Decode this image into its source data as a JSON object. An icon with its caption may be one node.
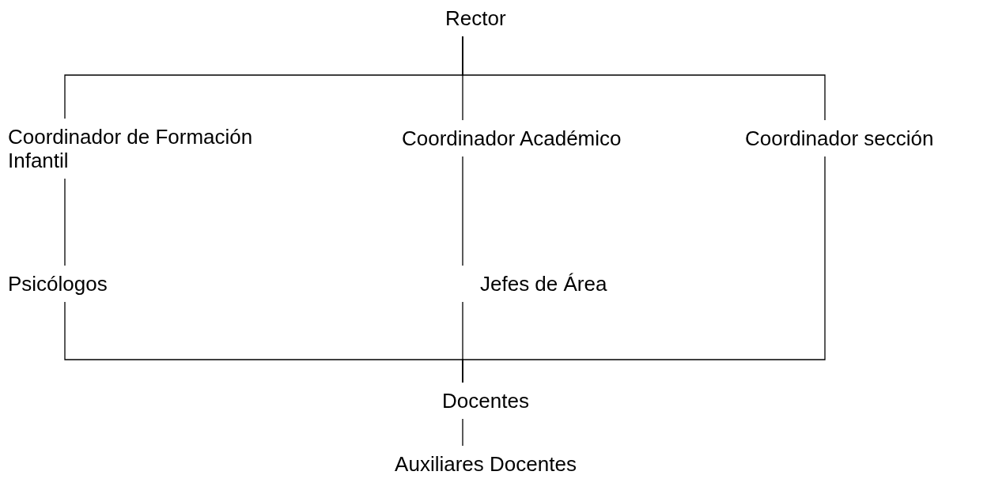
{
  "diagram": {
    "nodes": [
      {
        "text": [
          "Rector"
        ]
      },
      {
        "text": [
          "Coordinador de Formación Infantil"
        ]
      },
      {
        "text": [
          "Coordinador Académico"
        ]
      },
      {
        "text": [
          "Coordinador sección"
        ]
      },
      {
        "text": [
          "Psicólogos"
        ]
      },
      {
        "text": [
          "Jefes de Área"
        ]
      },
      {
        "text": [
          "Docentes"
        ]
      },
      {
        "text": [
          "Auxiliares Docentes"
        ]
      }
    ],
    "edges": [
      {
        "from": 0,
        "to": 1,
        "arrow": "none"
      },
      {
        "from": 0,
        "to": 2,
        "arrow": "none"
      },
      {
        "from": 0,
        "to": 3,
        "arrow": "none"
      },
      {
        "from": 1,
        "to": 4,
        "arrow": "none"
      },
      {
        "from": 2,
        "to": 5,
        "arrow": "none"
      },
      {
        "from": 4,
        "to": 6,
        "arrow": "none"
      },
      {
        "from": 5,
        "to": 6,
        "arrow": "none"
      },
      {
        "from": 3,
        "to": 6,
        "arrow": "none"
      },
      {
        "from": 6,
        "to": 7,
        "arrow": "none"
      }
    ]
  }
}
